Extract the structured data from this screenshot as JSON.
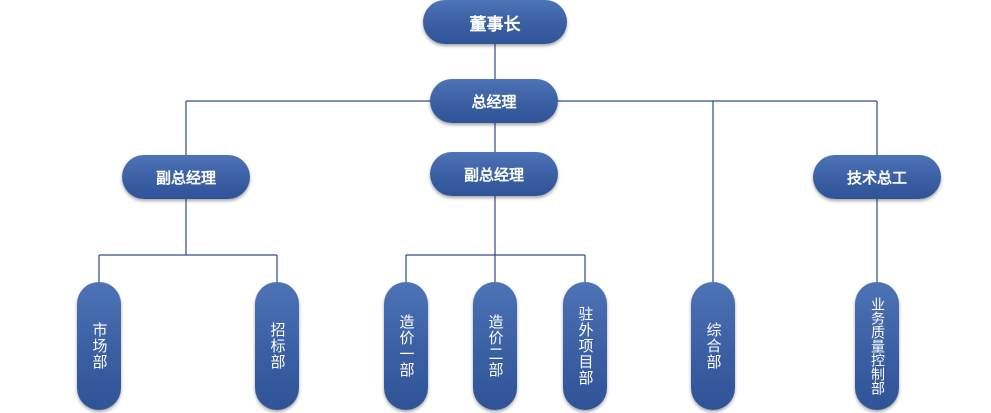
{
  "nodes": {
    "chairman": "董事长",
    "general_manager": "总经理",
    "vice_gm_left": "副总经理",
    "vice_gm_center": "副总经理",
    "chief_engineer": "技术总工",
    "marketing": "市场部",
    "bidding": "招标部",
    "cost_dept_1": "造价一部",
    "cost_dept_2": "造价二部",
    "site_project": "驻外项目部",
    "general_affairs": "综合部",
    "quality_control": "业务质量控制部"
  },
  "colors": {
    "node_fill": "#3a5fa3",
    "node_text": "#ffffff",
    "connector": "#2f4d86"
  }
}
